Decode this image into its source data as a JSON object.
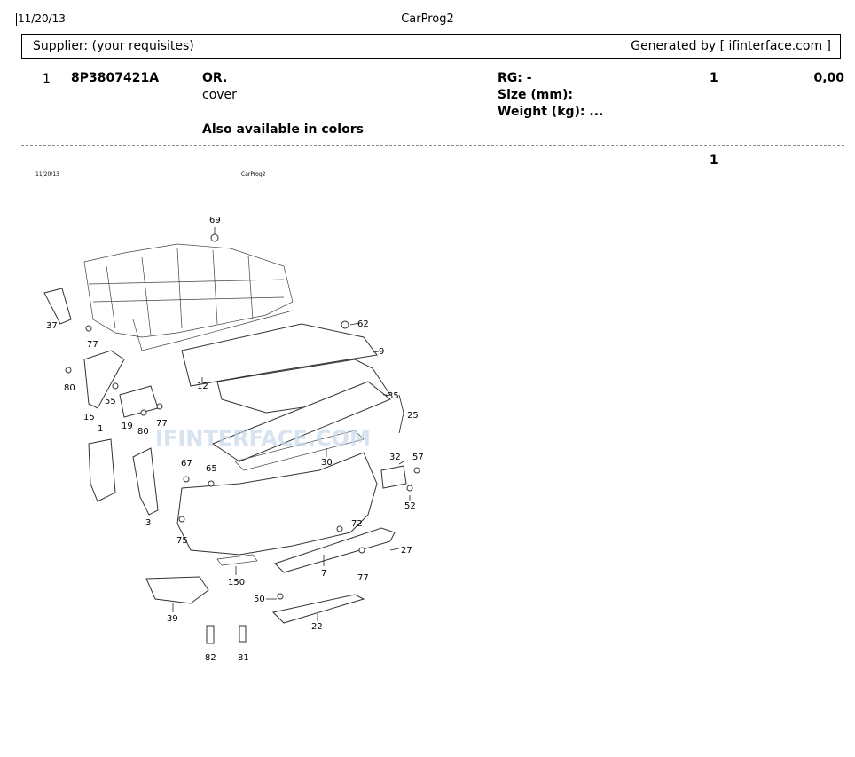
{
  "header": {
    "date": "11/20/13",
    "title": "CarProg2"
  },
  "supplier_bar": {
    "left": "Supplier: (your requisites)",
    "right": "Generated by [ ifinterface.com ]"
  },
  "item": {
    "index": "1",
    "part_number": "8P3807421A",
    "desc_line1": "OR.",
    "desc_line2": "cover",
    "note": "Also available in colors",
    "rg": "RG: -",
    "size": "Size (mm):",
    "weight": "Weight (kg): ...",
    "quantity": "1",
    "price": "0,00"
  },
  "total_quantity": "1",
  "diagram": {
    "mini_date": "11/20/13",
    "mini_title": "CarProg2",
    "watermark": "IFINTERFACE.COM",
    "callouts": [
      "69",
      "37",
      "77",
      "62",
      "9",
      "80",
      "12",
      "35",
      "15",
      "55",
      "19",
      "80",
      "77",
      "25",
      "1",
      "30",
      "67",
      "65",
      "32",
      "57",
      "52",
      "3",
      "75",
      "72",
      "27",
      "7",
      "77",
      "150",
      "50",
      "39",
      "22",
      "82",
      "81"
    ]
  }
}
